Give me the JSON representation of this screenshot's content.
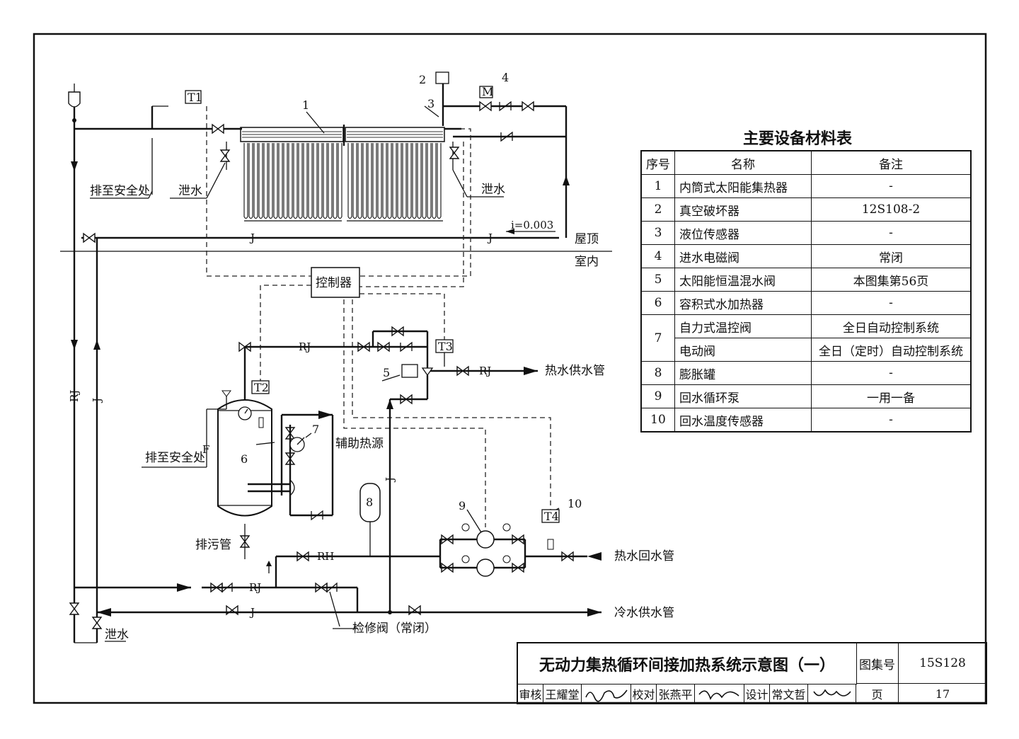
{
  "diagram": {
    "labels": {
      "discharge_safe_left": "排至安全处",
      "drain_left": "泄水",
      "drain_right": "泄水",
      "slope": "i=0.003",
      "roof": "屋顶",
      "indoor": "室内",
      "controller": "控制器",
      "hot_supply": "热水供水管",
      "aux_heat": "辅助热源",
      "discharge_safe_tank": "排至安全处",
      "sewage": "排污管",
      "hot_return": "热水回水管",
      "cold_supply": "冷水供水管",
      "service_valve": "检修阀（常闭）",
      "drain_bottom": "泄水"
    },
    "pipe_codes": {
      "j": "J",
      "rj": "RJ",
      "rh": "RH",
      "f": "F"
    },
    "sensors": {
      "t1": "T1",
      "t2": "T2",
      "t3": "T3",
      "t4": "T4",
      "m": "M"
    },
    "callouts": {
      "n1": "1",
      "n2": "2",
      "n3": "3",
      "n4": "4",
      "n5": "5",
      "n6": "6",
      "n7": "7",
      "n8": "8",
      "n9": "9",
      "n10": "10"
    }
  },
  "materials_table": {
    "title": "主要设备材料表",
    "headers": {
      "seq": "序号",
      "name": "名称",
      "note": "备注"
    },
    "rows": [
      {
        "seq": "1",
        "name": "内筒式太阳能集热器",
        "note": "-"
      },
      {
        "seq": "2",
        "name": "真空破坏器",
        "note": "12S108-2"
      },
      {
        "seq": "3",
        "name": "液位传感器",
        "note": "-"
      },
      {
        "seq": "4",
        "name": "进水电磁阀",
        "note": "常闭"
      },
      {
        "seq": "5",
        "name": "太阳能恒温混水阀",
        "note": "本图集第56页"
      },
      {
        "seq": "6",
        "name": "容积式水加热器",
        "note": "-"
      },
      {
        "seq": "7",
        "name": "自力式温控阀",
        "note": "全日自动控制系统",
        "name2": "电动阀",
        "note2": "全日（定时）自动控制系统"
      },
      {
        "seq": "8",
        "name": "膨胀罐",
        "note": "-"
      },
      {
        "seq": "9",
        "name": "回水循环泵",
        "note": "一用一备"
      },
      {
        "seq": "10",
        "name": "回水温度传感器",
        "note": "-"
      }
    ]
  },
  "title_block": {
    "title": "无动力集热循环间接加热系统示意图（一）",
    "atlas_label": "图集号",
    "atlas_no": "15S128",
    "review_label": "审核",
    "reviewer": "王耀堂",
    "check_label": "校对",
    "checker": "张燕平",
    "design_label": "设计",
    "designer": "常文哲",
    "page_label": "页",
    "page_no": "17"
  }
}
